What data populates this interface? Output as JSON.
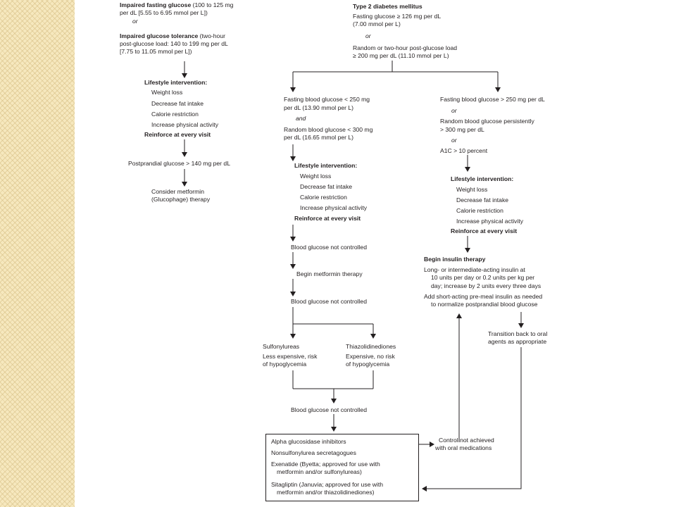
{
  "left": {
    "ifg_title": "Impaired fasting glucose",
    "ifg_rest": " (100 to 125 mg",
    "ifg_line2": "per dL [5.55 to 6.95 mmol per L])",
    "or1": "or",
    "igt_title": "Impaired glucose tolerance",
    "igt_rest": " (two-hour",
    "igt_line2": "post-glucose load: 140 to 199 mg per dL",
    "igt_line3": "[7.75 to 11.05 mmol per L])",
    "lifestyle_title": "Lifestyle intervention:",
    "items": [
      "Weight loss",
      "Decrease fat intake",
      "Calorie restriction",
      "Increase physical activity"
    ],
    "reinforce": "Reinforce at every visit",
    "postprandial": "Postprandial glucose > 140 mg per dL",
    "consider1": "Consider metformin",
    "consider2": "(Glucophage) therapy"
  },
  "top": {
    "t2dm": "Type 2 diabetes mellitus",
    "fasting1": "Fasting glucose ≥ 126 mg per dL",
    "fasting2": "(7.00 mmol per L)",
    "or": "or",
    "random1": "Random or two-hour post-glucose load",
    "random2": "≥ 200 mg per dL (11.10 mmol per L)"
  },
  "middle": {
    "fbg1": "Fasting blood glucose < 250 mg",
    "fbg2": "per dL (13.90 mmol per L)",
    "and": "and",
    "rbg1": "Random blood glucose < 300 mg",
    "rbg2": "per dL (16.65 mmol per L)",
    "lifestyle_title": "Lifestyle intervention:",
    "items": [
      "Weight loss",
      "Decrease fat intake",
      "Calorie restriction",
      "Increase physical activity"
    ],
    "reinforce": "Reinforce at every visit",
    "not_controlled_1": "Blood glucose not controlled",
    "begin_metformin": "Begin metformin therapy",
    "not_controlled_2": "Blood glucose not controlled",
    "sulfo_title": "Sulfonylureas",
    "sulfo1": "Less expensive, risk",
    "sulfo2": "of hypoglycemia",
    "thiazo_title": "Thiazolidinediones",
    "thiazo1": "Expensive, no risk",
    "thiazo2": "of hypoglycemia",
    "not_controlled_3": "Blood glucose not controlled"
  },
  "box": {
    "l1": "Alpha glucosidase inhibitors",
    "l2": "Nonsulfonylurea secretagogues",
    "l3": "Exenatide (Byetta; approved for use with",
    "l4": "metformin and/or sulfonylureas)",
    "l5": "Sitagliptin (Januvia; approved for use with",
    "l6": "metformin and/or thiazolidinediones)"
  },
  "control": {
    "l1": "Control not achieved",
    "l2": "with oral medications"
  },
  "right": {
    "fbg": "Fasting blood glucose > 250 mg per dL",
    "or1": "or",
    "rbg1": "Random blood glucose persistently",
    "rbg2": "> 300 mg per dL",
    "or2": "or",
    "a1c": "A1C > 10 percent",
    "lifestyle_title": "Lifestyle intervention:",
    "items": [
      "Weight loss",
      "Decrease fat intake",
      "Calorie restriction",
      "Increase physical activity"
    ],
    "reinforce": "Reinforce at every visit",
    "begin_insulin": "Begin insulin therapy",
    "ins1": "Long- or intermediate-acting insulin at",
    "ins2": "10 units per day or 0.2 units per kg per",
    "ins3": "day; increase by 2 units every three days",
    "ins4": "Add short-acting pre-meal insulin as needed",
    "ins5": "to normalize postprandial blood glucose",
    "trans1": "Transition back to oral",
    "trans2": "agents as appropriate"
  },
  "colors": {
    "strip": "#f6e8be",
    "ink": "#231f20"
  }
}
